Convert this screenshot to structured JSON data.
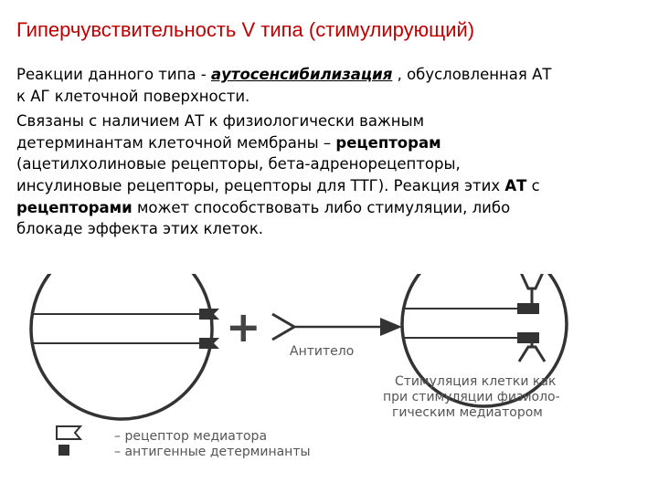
{
  "slide": {
    "title": "Гиперчувствительность V типа (стимулирующий)",
    "para1": {
      "l1_a": "Реакции данного типа - ",
      "l1_em": "аутосенсибилизация",
      "l1_b": " , обусловленная АТ",
      "l2": "к АГ клеточной поверхности."
    },
    "para2": {
      "l1": "Связаны с наличием АТ к физиологически важным",
      "l2_a": "детерминантам клеточной мембраны – ",
      "l2_b": "рецепторам",
      "l3": "(ацетилхолиновые рецепторы, бета-адренорецепторы,",
      "l4_a": "инсулиновые рецепторы, рецепторы для ТТГ). Реакция этих ",
      "l4_b": "АТ",
      "l4_c": " с",
      "l5_a": "рецепторами",
      "l5_b": " может способствовать либо стимуляции, либо",
      "l6": "блокаде эффекта этих клеток."
    }
  },
  "diagram": {
    "antibody_label": "Антитело",
    "plus_sign": "+",
    "result_caption": [
      "Стимуляция клетки как",
      "при стимуляции физиоло-",
      "гическим медиатором"
    ],
    "legend": {
      "receptor": "– рецептор медиатора",
      "determinant": "– антигенные детерминанты"
    }
  }
}
